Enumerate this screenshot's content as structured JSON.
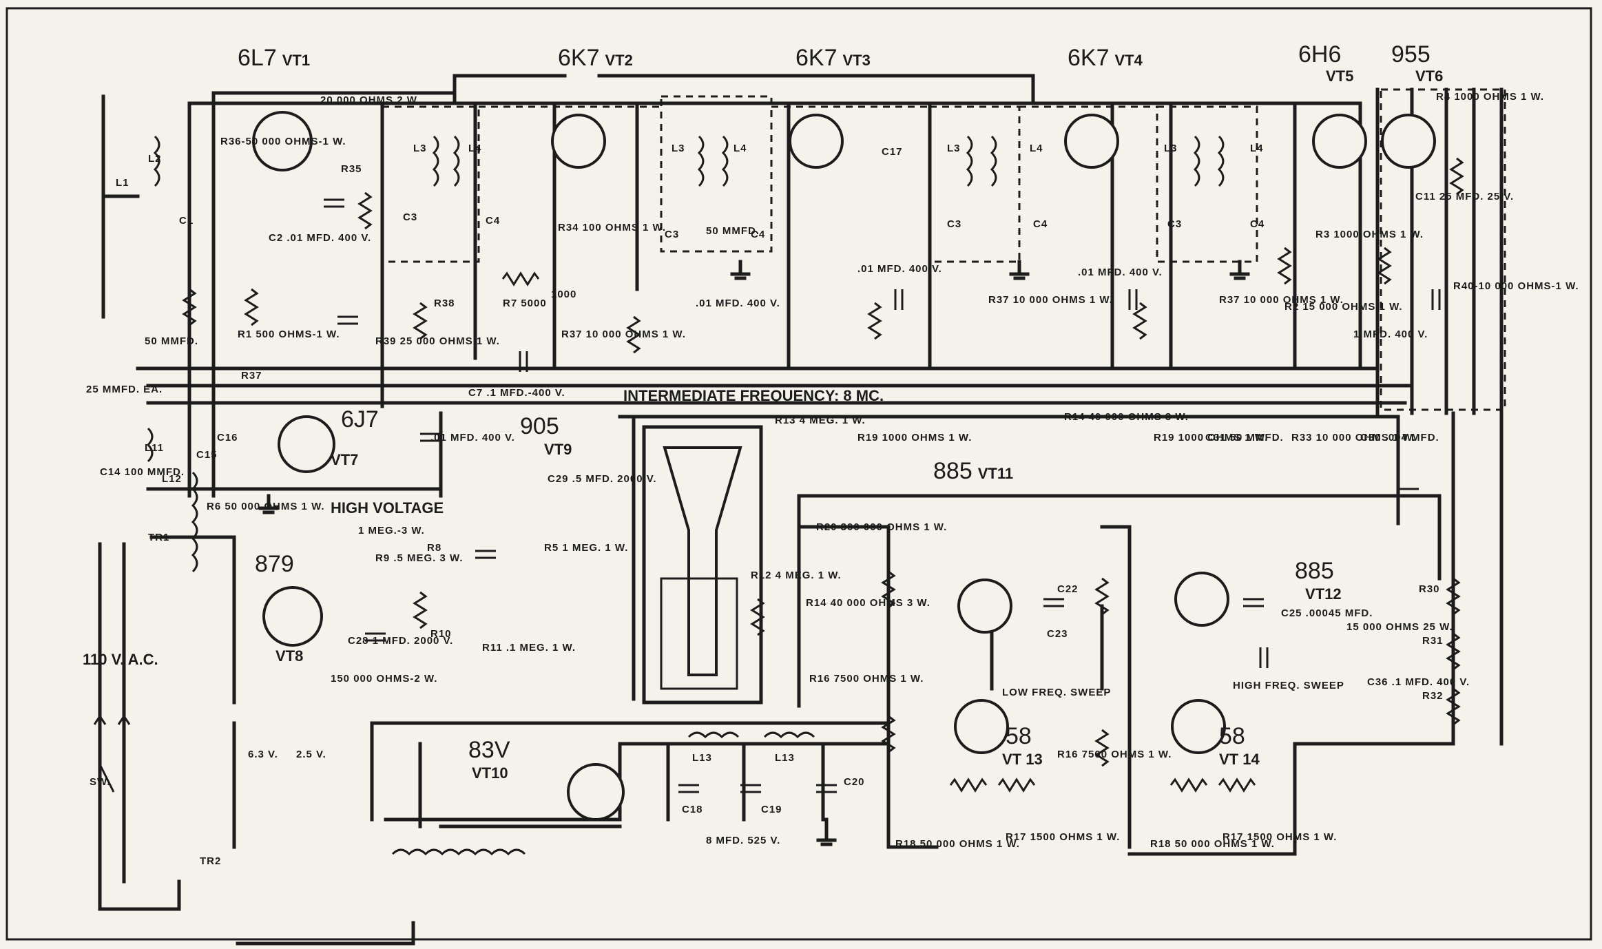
{
  "tubes": [
    {
      "id": "vt1",
      "type": "6L7",
      "vt": "VT1"
    },
    {
      "id": "vt2",
      "type": "6K7",
      "vt": "VT2"
    },
    {
      "id": "vt3",
      "type": "6K7",
      "vt": "VT3"
    },
    {
      "id": "vt4",
      "type": "6K7",
      "vt": "VT4"
    },
    {
      "id": "vt5",
      "type": "6H6",
      "vt": "VT5"
    },
    {
      "id": "vt6",
      "type": "955",
      "vt": "VT6"
    },
    {
      "id": "vt7",
      "type": "6J7",
      "vt": "VT7"
    },
    {
      "id": "vt8",
      "type": "879",
      "vt": "VT8"
    },
    {
      "id": "vt9",
      "type": "905",
      "vt": "VT9"
    },
    {
      "id": "vt10",
      "type": "83V",
      "vt": "VT10"
    },
    {
      "id": "vt11",
      "type": "885",
      "vt": "VT11"
    },
    {
      "id": "vt12",
      "type": "885",
      "vt": "VT12"
    },
    {
      "id": "vt13",
      "type": "58",
      "vt": "VT 13"
    },
    {
      "id": "vt14",
      "type": "58",
      "vt": "VT 14"
    }
  ],
  "section_labels": {
    "intermediate_frequency": "INTERMEDIATE FREQUENCY: 8 MC.",
    "high_voltage": "HIGH VOLTAGE",
    "low_freq_sweep": "LOW FREQ. SWEEP",
    "high_freq_sweep": "HIGH FREQ. SWEEP",
    "mains": "110 V. A.C.",
    "switch": "SW.",
    "heater_63": "6.3 V.",
    "heater_25": "2.5 V."
  },
  "component_labels": {
    "L1": "L1",
    "L2": "L2",
    "L3": "L3",
    "L4": "L4",
    "L11": "L11",
    "L12": "L12",
    "L13": "L13",
    "TR1": "TR1",
    "TR2": "TR2",
    "C1": "C1",
    "C2a": "C2 .01 MFD. 400 V.",
    "C2b": ".01 MFD. 400 V.",
    "C3": "C3",
    "C4": "C4",
    "C7": "C7 .1 MFD.-400 V.",
    "C11": "C11 25 MFD. 25 V.",
    "C13": "50 MMFD.",
    "C14": "C14 100 MMFD.",
    "C15": "C15",
    "C16": "C16",
    "C17": "C17",
    "C18": "C18",
    "C19": "C19",
    "C20": "C20",
    "C22": "C22",
    "C23": "C23",
    "C25": "C25 .00045 MFD.",
    "C28": "C28 1 MFD. 2000 V.",
    "C29": "C29 .5 MFD. 2000 V.",
    "C30": "C30 .004 MFD.",
    "C31": "C31 50 MMFD.",
    "C36": "C36 .1 MFD. 400 V.",
    "C_filter": "8 MFD. 525 V.",
    "C_grid": "25 MMFD. EA.",
    "R1": "R1 500 OHMS-1 W.",
    "R2": "R2 15 000 OHMS 1 W.",
    "R3": "R3 1000 OHMS 1 W.",
    "R4": "R4 1000 OHMS 1 W.",
    "R5": "R5 1 MEG. 1 W.",
    "R6": "R6 50 000 OHMS 1 W.",
    "R7": "R7 5000",
    "R8": "R8",
    "R9": "R9 .5 MEG. 3 W.",
    "R10": "R10",
    "R11": "R11 .1 MEG. 1 W.",
    "R12": "R12 4 MEG. 1 W.",
    "R13": "R13 4 MEG. 1 W.",
    "R14a": "R14 40 000 OHMS 3 W.",
    "R14b": "R14 40 000 OHMS 3 W.",
    "R16a": "R16 7500 OHMS 1 W.",
    "R16b": "R16 7500 OHMS 1 W.",
    "R17a": "R17 1500 OHMS 1 W.",
    "R17b": "R17 1500 OHMS 1 W.",
    "R18a": "R18 50 000 OHMS 1 W.",
    "R18b": "R18 50 000 OHMS 1 W.",
    "R19a": "R19 1000 OHMS 1 W.",
    "R19b": "R19 1000 OHMS 1 W.",
    "R20": "R20 300 000 OHMS 1 W.",
    "R30": "R30",
    "R31": "R31",
    "R32": "R32",
    "R30_value": "15 000 OHMS 25 W.",
    "R33": "R33 10 000 OHMS 1 W.",
    "R34": "R34 100 OHMS 1 W.",
    "R35": "R35",
    "R35_value": "20 000 OHMS 2 W.",
    "R36": "R36-50 000 OHMS-1 W.",
    "R37a": "R37 10 000 OHMS 1 W.",
    "R37b": "R37 10 000 OHMS 1 W.",
    "R37c": "R37 10 000 OHMS 1 W.",
    "R37d": "R37",
    "R38": "R38",
    "R39": "R39 25 000 OHMS 1 W.",
    "R40": "R40-10 000 OHMS-1 W.",
    "HV_R": "1 MEG.-3 W.",
    "HV_R2": "150 000 OHMS-2 W.",
    "C_mmfd": "50 MMFD.",
    "C_vt6": "1 MFD. 400 V.",
    "R_1000": "1000"
  }
}
